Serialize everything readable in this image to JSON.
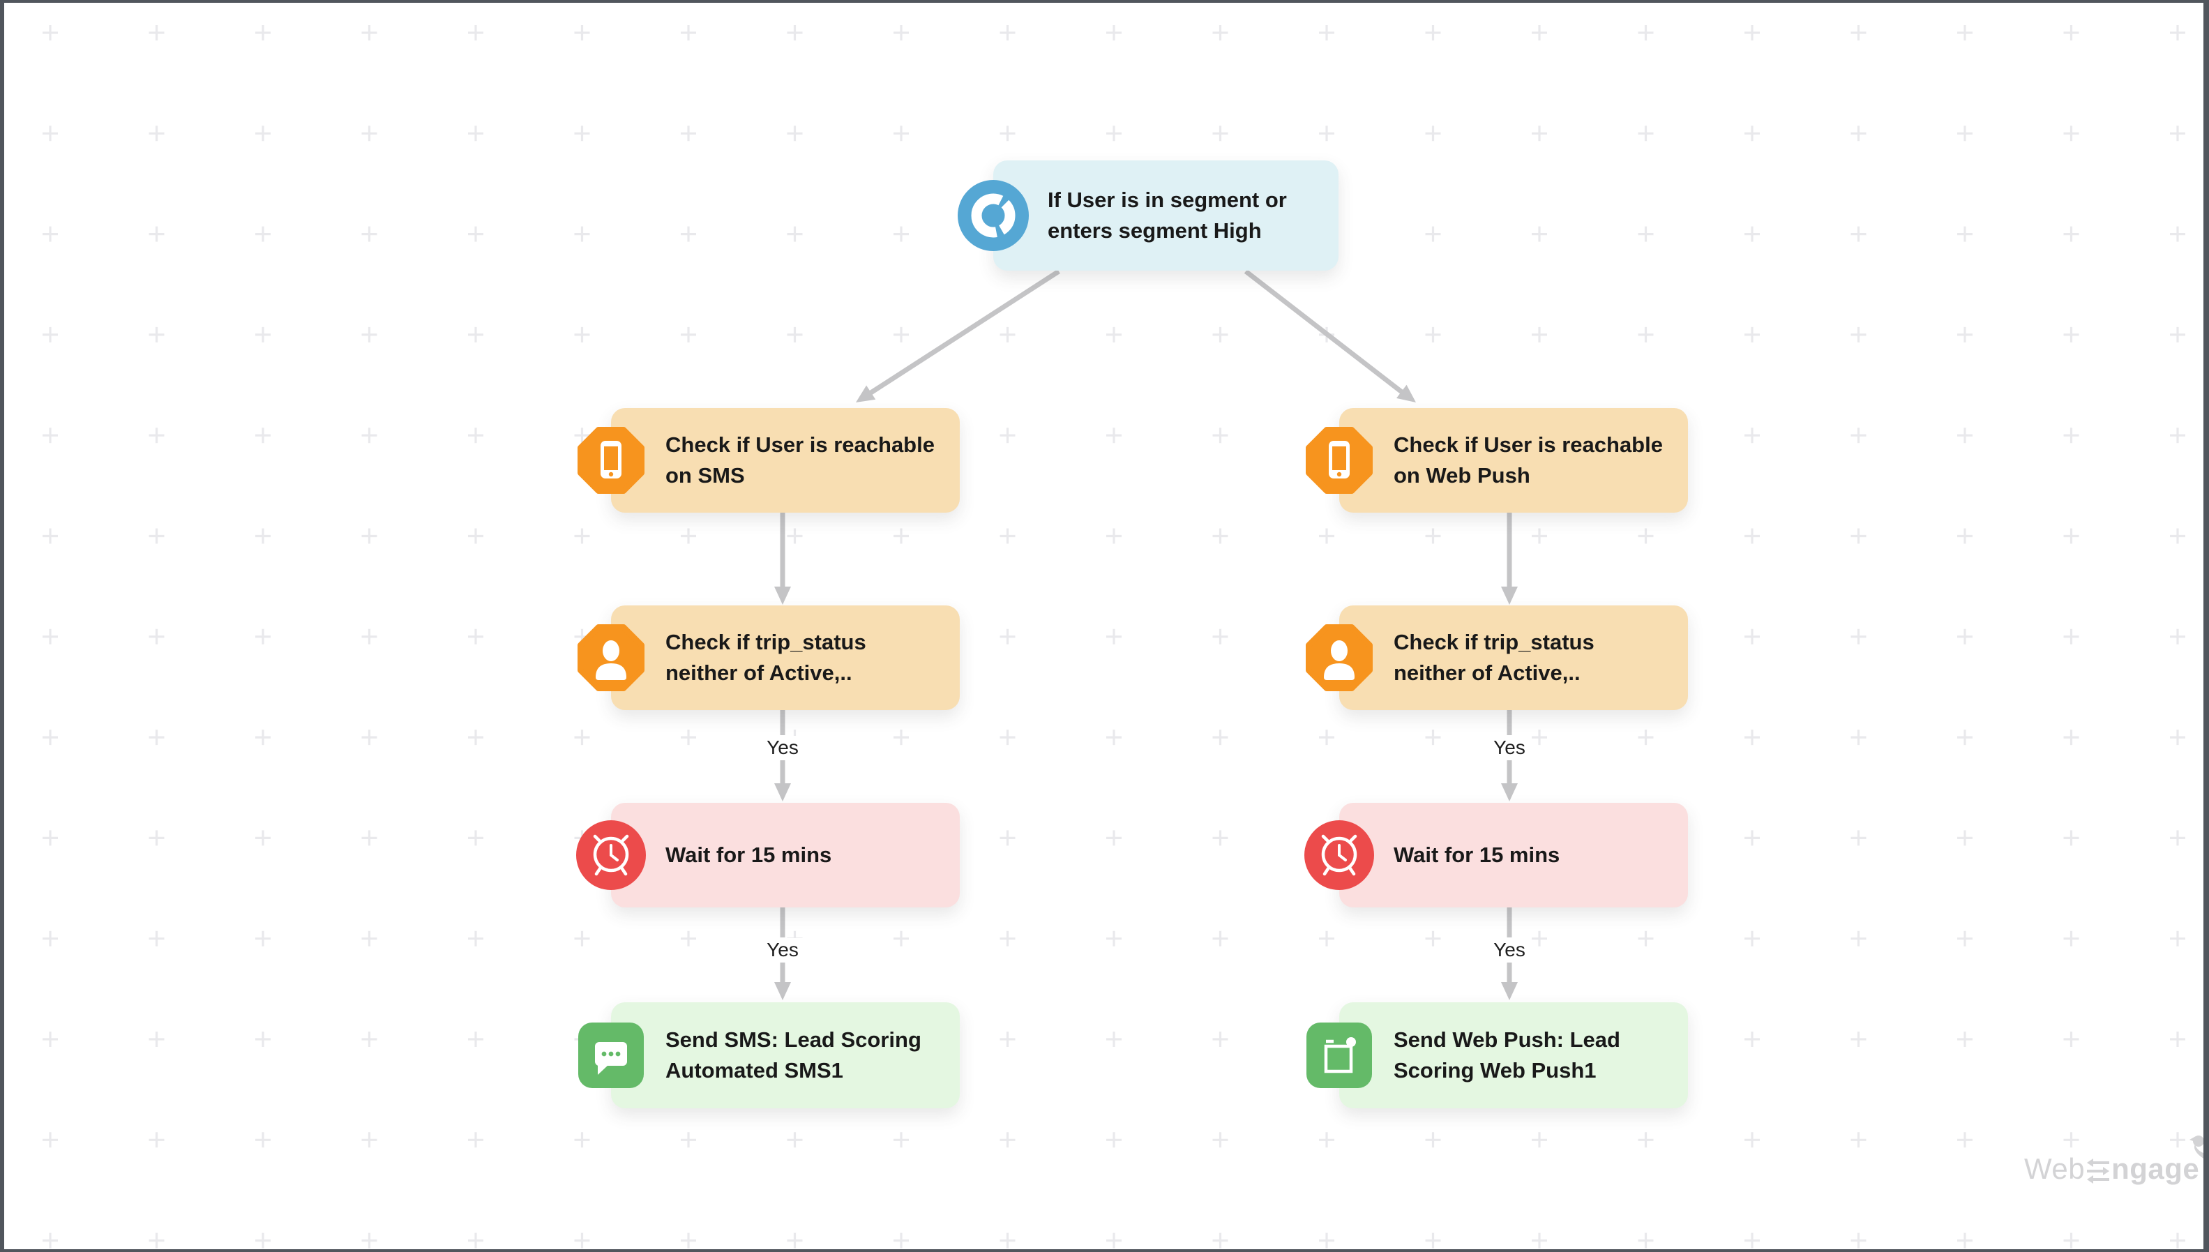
{
  "canvas": {
    "edge_label_yes": "Yes",
    "watermark": {
      "web": "Web",
      "ngage": "ngage"
    }
  },
  "nodes": {
    "trigger": {
      "type": "segment-trigger",
      "line1": "If User is in segment or",
      "line2": "enters segment High"
    },
    "sms_reach": {
      "type": "condition",
      "line1": "Check if User is reachable",
      "line2": "on SMS"
    },
    "wp_reach": {
      "type": "condition",
      "line1": "Check if User is reachable",
      "line2": "on Web Push"
    },
    "sms_trip": {
      "type": "condition",
      "line1": "Check if trip_status",
      "line2": "neither of Active,.."
    },
    "wp_trip": {
      "type": "condition",
      "line1": "Check if trip_status",
      "line2": "neither of Active,.."
    },
    "sms_wait": {
      "type": "wait",
      "line1": "Wait for 15 mins"
    },
    "wp_wait": {
      "type": "wait",
      "line1": "Wait for 15 mins"
    },
    "sms_send": {
      "type": "action",
      "line1": "Send SMS: Lead Scoring",
      "line2": "Automated SMS1"
    },
    "wp_send": {
      "type": "action",
      "line1": "Send Web Push: Lead",
      "line2": "Scoring Web Push1"
    }
  },
  "colors": {
    "frame": "#51565d",
    "grid": "#e9e9ec",
    "connector": "#c4c4c6",
    "text": "#191919",
    "trigger_bg": "#dff1f5",
    "trigger_icon": "#55a7d4",
    "condition_bg": "#f8deb2",
    "condition_icon": "#f7941e",
    "wait_bg": "#fbdfdf",
    "wait_icon": "#ec4b4b",
    "action_bg": "#e4f7e1",
    "action_icon": "#64ba68",
    "watermark": "#d3d3d5"
  }
}
